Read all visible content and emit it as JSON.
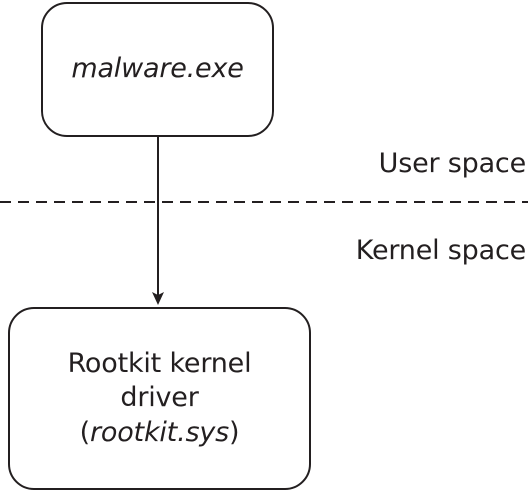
{
  "diagram": {
    "nodes": {
      "malware": {
        "label": "malware.exe"
      },
      "rootkit": {
        "line1": "Rootkit kernel",
        "line2": "driver",
        "line3_prefix": "(",
        "line3_italic": "rootkit.sys",
        "line3_suffix": ")"
      }
    },
    "regions": {
      "user": "User space",
      "kernel": "Kernel space"
    },
    "edges": [
      {
        "from": "malware.exe",
        "to": "Rootkit kernel driver"
      }
    ]
  }
}
